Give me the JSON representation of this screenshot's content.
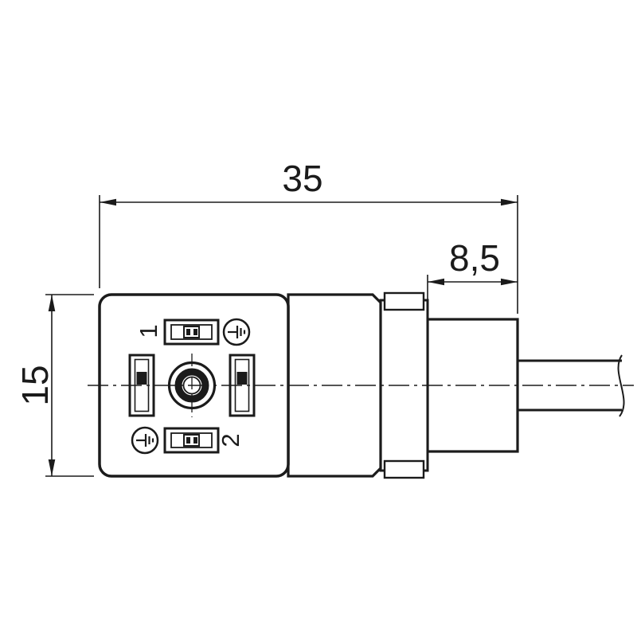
{
  "drawing": {
    "background_color": "#ffffff",
    "line_color": "#1b1b1b",
    "type": "technical-drawing",
    "subject": "valve-connector-with-cable-front-and-side-view",
    "dimensions": {
      "total_length_mm": "35",
      "gland_length_mm": "8,5",
      "height_mm": "15"
    },
    "terminals": {
      "pin1_label": "1",
      "pin2_label": "2"
    },
    "icons": {
      "earth_top": "earth-ground",
      "earth_bottom": "earth-ground"
    }
  }
}
